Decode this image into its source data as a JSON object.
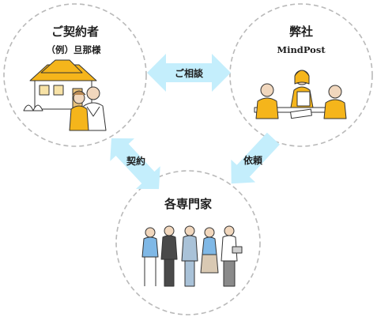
{
  "nodes": {
    "client": {
      "title": "ご契約者",
      "subtitle": "（例）旦那様"
    },
    "company": {
      "title": "弊社",
      "subtitle": "MindPost"
    },
    "experts": {
      "title": "各専門家"
    }
  },
  "arrows": {
    "consult": "ご相談",
    "contract": "契約",
    "request": "依頼"
  },
  "colors": {
    "arrow": "#c4eefc",
    "circle_border": "#b9b9b9",
    "accent_yellow": "#f5b51b",
    "accent_blue": "#7fb8e6",
    "text": "#1f1f1f"
  }
}
